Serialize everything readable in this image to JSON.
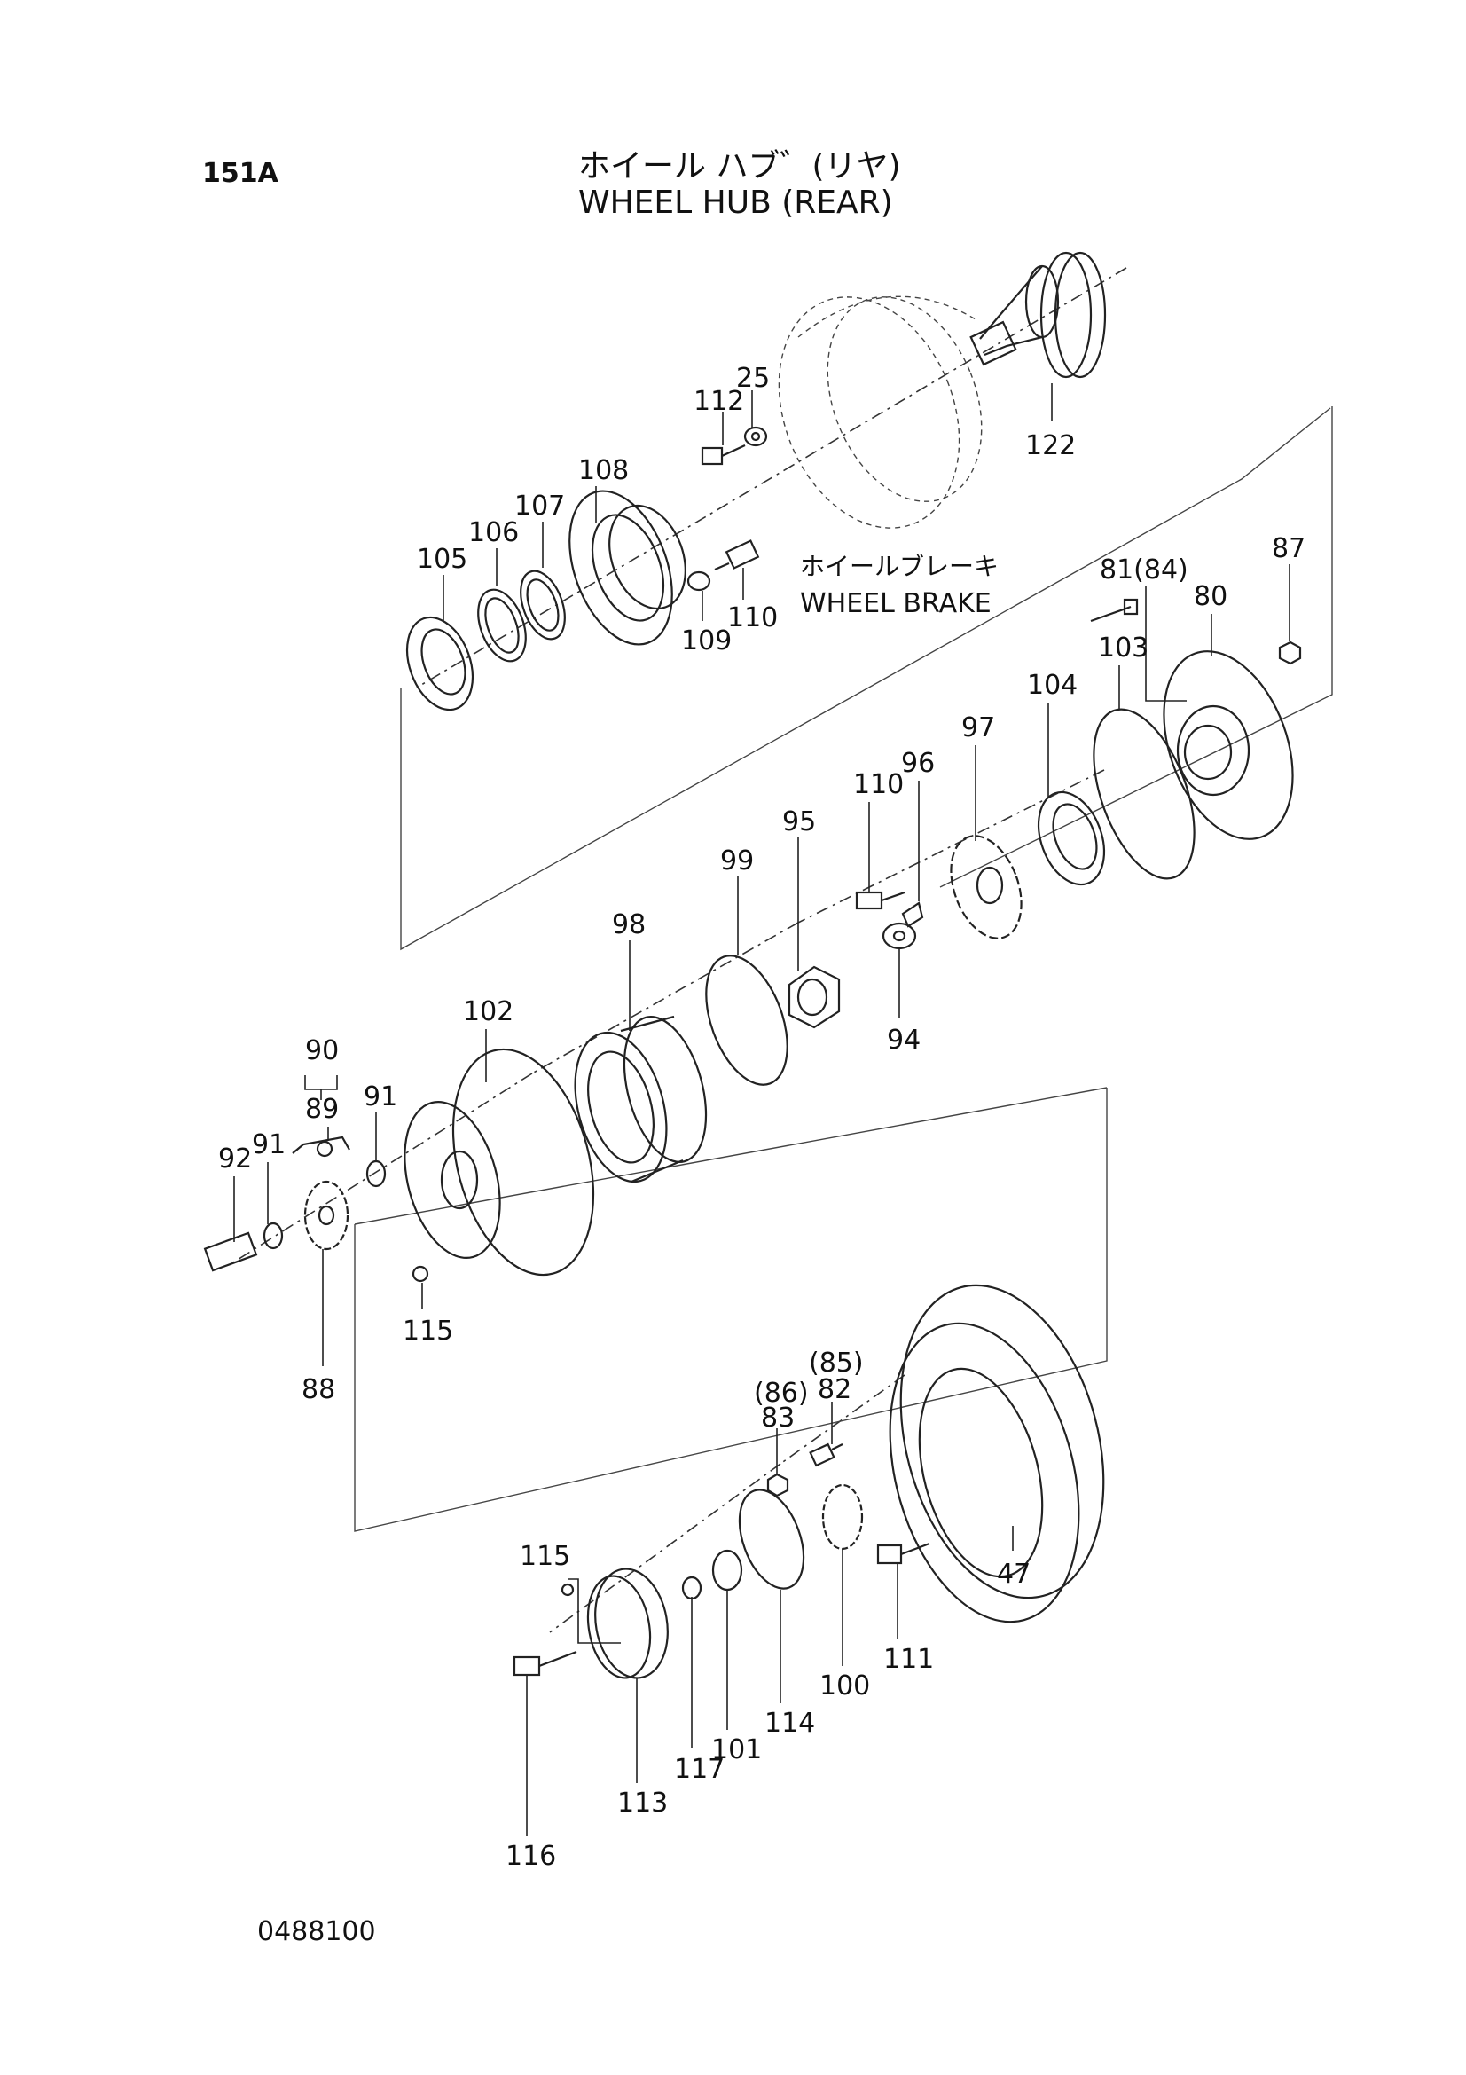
{
  "sheet_number": "151A",
  "title_jp": "ホイール ハブ゛(リヤ)",
  "title_en": "WHEEL HUB (REAR)",
  "drawing_number": "0488100",
  "wheel_brake_jp": "ホイールブレーキ",
  "wheel_brake_en": "WHEEL BRAKE",
  "part_labels": [
    {
      "id": "l112",
      "text": "112"
    },
    {
      "id": "l25",
      "text": "25"
    },
    {
      "id": "l122",
      "text": "122"
    },
    {
      "id": "l108",
      "text": "108"
    },
    {
      "id": "l107",
      "text": "107"
    },
    {
      "id": "l106",
      "text": "106"
    },
    {
      "id": "l105",
      "text": "105"
    },
    {
      "id": "l109",
      "text": "109"
    },
    {
      "id": "l110a",
      "text": "110"
    },
    {
      "id": "l81",
      "text": "81(84)"
    },
    {
      "id": "l87",
      "text": "87"
    },
    {
      "id": "l80",
      "text": "80"
    },
    {
      "id": "l103",
      "text": "103"
    },
    {
      "id": "l104",
      "text": "104"
    },
    {
      "id": "l97",
      "text": "97"
    },
    {
      "id": "l96",
      "text": "96"
    },
    {
      "id": "l110b",
      "text": "110"
    },
    {
      "id": "l95",
      "text": "95"
    },
    {
      "id": "l99",
      "text": "99"
    },
    {
      "id": "l98",
      "text": "98"
    },
    {
      "id": "l94",
      "text": "94"
    },
    {
      "id": "l102",
      "text": "102"
    },
    {
      "id": "l90",
      "text": "90"
    },
    {
      "id": "l89",
      "text": "89"
    },
    {
      "id": "l91a",
      "text": "91"
    },
    {
      "id": "l91b",
      "text": "91"
    },
    {
      "id": "l92",
      "text": "92"
    },
    {
      "id": "l115a",
      "text": "115"
    },
    {
      "id": "l88",
      "text": "88"
    },
    {
      "id": "l85",
      "text": "(85)"
    },
    {
      "id": "l82",
      "text": "82"
    },
    {
      "id": "l86",
      "text": "(86)"
    },
    {
      "id": "l83",
      "text": "83"
    },
    {
      "id": "l47",
      "text": "47"
    },
    {
      "id": "l115b",
      "text": "115"
    },
    {
      "id": "l111",
      "text": "111"
    },
    {
      "id": "l100",
      "text": "100"
    },
    {
      "id": "l114",
      "text": "114"
    },
    {
      "id": "l101",
      "text": "101"
    },
    {
      "id": "l117",
      "text": "117"
    },
    {
      "id": "l113",
      "text": "113"
    },
    {
      "id": "l116",
      "text": "116"
    }
  ]
}
